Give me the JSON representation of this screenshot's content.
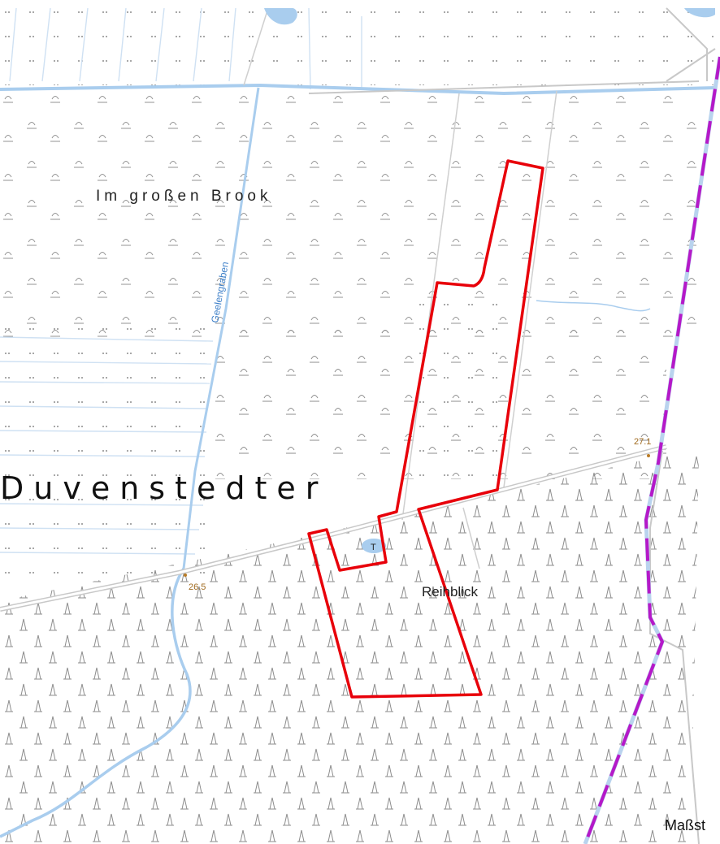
{
  "map": {
    "labels": {
      "field_name": "Im großen Brook",
      "forest_name": "Duvenstedter",
      "site_name": "Reihblick",
      "stream_name": "Geelengraben",
      "elevation_west": "26.5",
      "elevation_east": "27.1",
      "pond_marker": "T"
    },
    "scale_label": "Maßst",
    "colors": {
      "boundary": "#e8000a",
      "admin_border": "#b519c8",
      "admin_border_alt": "#b9d3ee",
      "water": "#a9cdee",
      "road": "#c8c8c8",
      "field_line": "#cfe1f3",
      "symbol": "#8a8a8a"
    },
    "symbols": {
      "meadow": "meadow-symbol",
      "forest": "conifer-symbol",
      "wet": "marsh-dots"
    }
  }
}
